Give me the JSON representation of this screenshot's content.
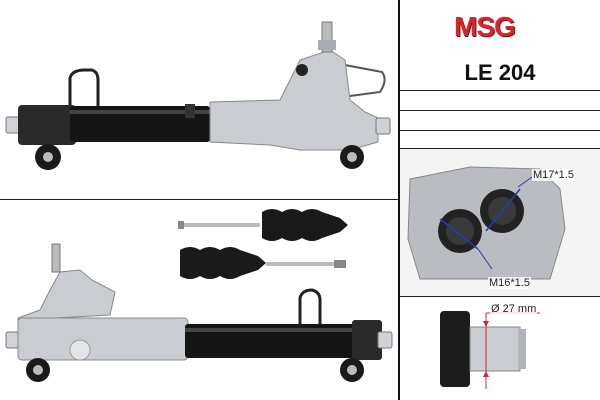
{
  "brand": {
    "logo_text": "MSG",
    "color": "#d8262e"
  },
  "product": {
    "code": "LE 204"
  },
  "detail_labels": {
    "thread_top": "M17*1.5",
    "thread_bottom": "M16*1.5",
    "diameter": "Ø 27 mm"
  },
  "colors": {
    "rack_tube": "#151515",
    "housing": "#c9cdd1",
    "boot": "#1a1a1a",
    "tie_rod": "#b8bcc0"
  }
}
